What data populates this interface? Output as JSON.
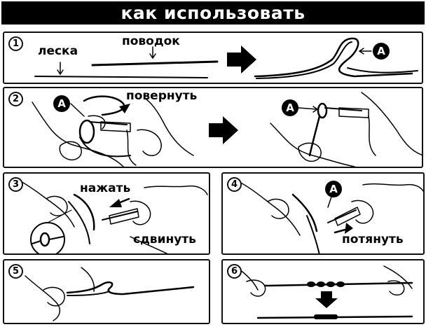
{
  "title": "как использовать",
  "marker_letter": "A",
  "steps": [
    {
      "number": "1",
      "labels": {
        "line": "леска",
        "leader": "поводок"
      }
    },
    {
      "number": "2",
      "labels": {
        "action": "повернуть"
      }
    },
    {
      "number": "3",
      "labels": {
        "press": "нажать",
        "slide": "сдвинуть"
      }
    },
    {
      "number": "4",
      "labels": {
        "pull": "потянуть"
      }
    },
    {
      "number": "5",
      "labels": {}
    },
    {
      "number": "6",
      "labels": {}
    }
  ]
}
